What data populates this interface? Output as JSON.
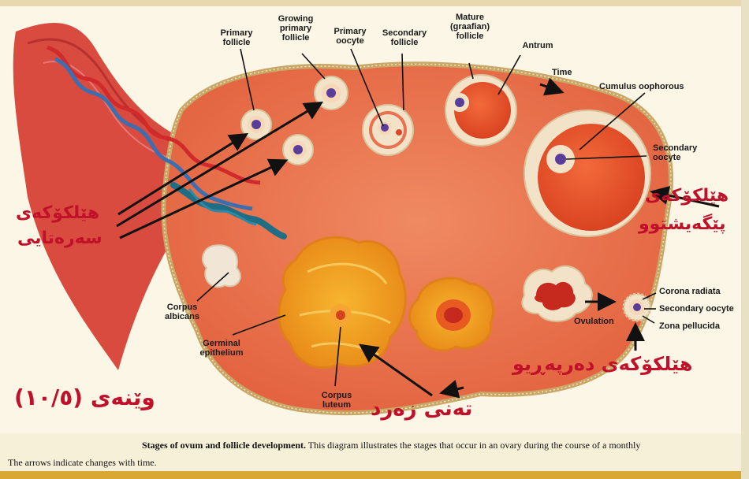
{
  "labels": {
    "primary_follicle": "Primary\nfollicle",
    "growing_primary_follicle": "Growing\nprimary\nfollicle",
    "primary_oocyte": "Primary\noocyte",
    "secondary_follicle": "Secondary\nfollicle",
    "mature_follicle": "Mature\n(graafian)\nfollicle",
    "antrum": "Antrum",
    "time_top": "Time",
    "cumulus_oophorous": "Cumulus oophorous",
    "secondary_oocyte_top": "Secondary\noocyte",
    "corona_radiata": "Corona radiata",
    "secondary_oocyte_bottom": "Secondary oocyte",
    "zona_pellucida": "Zona pellucida",
    "ovulation": "Ovulation",
    "corpus_albicans": "Corpus\nalbicans",
    "germinal_epithelium": "Germinal\nepithelium",
    "corpus_luteum": "Corpus\nluteum"
  },
  "kurdish": {
    "egg_cell_left": "هێلکۆکەی",
    "primary": "سەرەتایی",
    "egg_cell_right": "هێلکۆکەی",
    "mature": "پێگەیشتوو",
    "released_egg": "هێلکۆکەی دەرپەڕیو",
    "corpus_luteum": "تەنی زەرد",
    "figure_number": "وێنەی (١٠/٥)"
  },
  "caption": {
    "bold": "Stages of ovum and follicle development.",
    "line1": " This diagram illustrates the stages that occur in an ovary during the course of a monthly",
    "line2": "The arrows indicate changes with time."
  },
  "colors": {
    "ovary": "#e8714f",
    "kurdish_text": "#c0102a",
    "corpus_luteum": "#f3a524",
    "antrum": "#e0452a"
  }
}
